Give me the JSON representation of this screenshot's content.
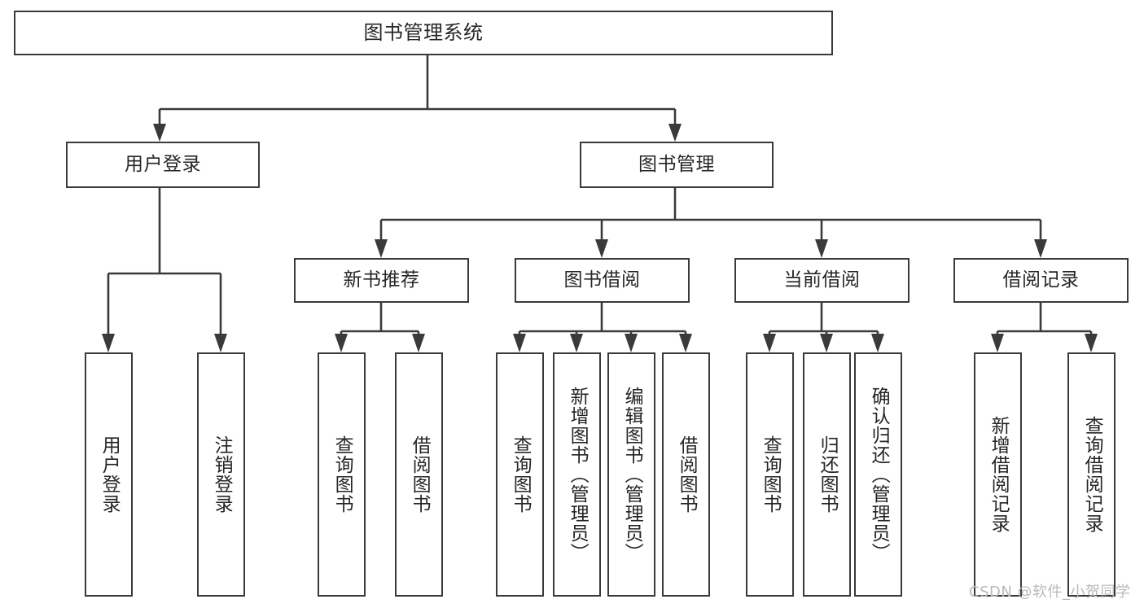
{
  "diagram": {
    "title": "图书管理系统",
    "type": "tree-hierarchy-chart",
    "watermark": "CSDN @软件_小贺同学",
    "colors": {
      "stroke": "#3a3a3a",
      "text": "#262626",
      "background": "#ffffff",
      "watermark": "#b9b9b9"
    },
    "nodes": {
      "root": {
        "label": "图书管理系统"
      },
      "level2": [
        {
          "label": "用户登录"
        },
        {
          "label": "图书管理"
        }
      ],
      "level3": [
        {
          "label": "新书推荐"
        },
        {
          "label": "图书借阅"
        },
        {
          "label": "当前借阅"
        },
        {
          "label": "借阅记录"
        }
      ],
      "leaves_user_login": [
        {
          "label": "用户登录"
        },
        {
          "label": "注销登录"
        }
      ],
      "leaves_new_books": [
        {
          "label": "查询图书"
        },
        {
          "label": "借阅图书"
        }
      ],
      "leaves_borrow": [
        {
          "label": "查询图书"
        },
        {
          "label": "新增图书（管理员）"
        },
        {
          "label": "编辑图书（管理员）"
        },
        {
          "label": "借阅图书"
        }
      ],
      "leaves_current": [
        {
          "label": "查询图书"
        },
        {
          "label": "归还图书"
        },
        {
          "label": "确认归还（管理员）"
        }
      ],
      "leaves_records": [
        {
          "label": "新增借阅记录"
        },
        {
          "label": "查询借阅记录"
        }
      ]
    }
  }
}
